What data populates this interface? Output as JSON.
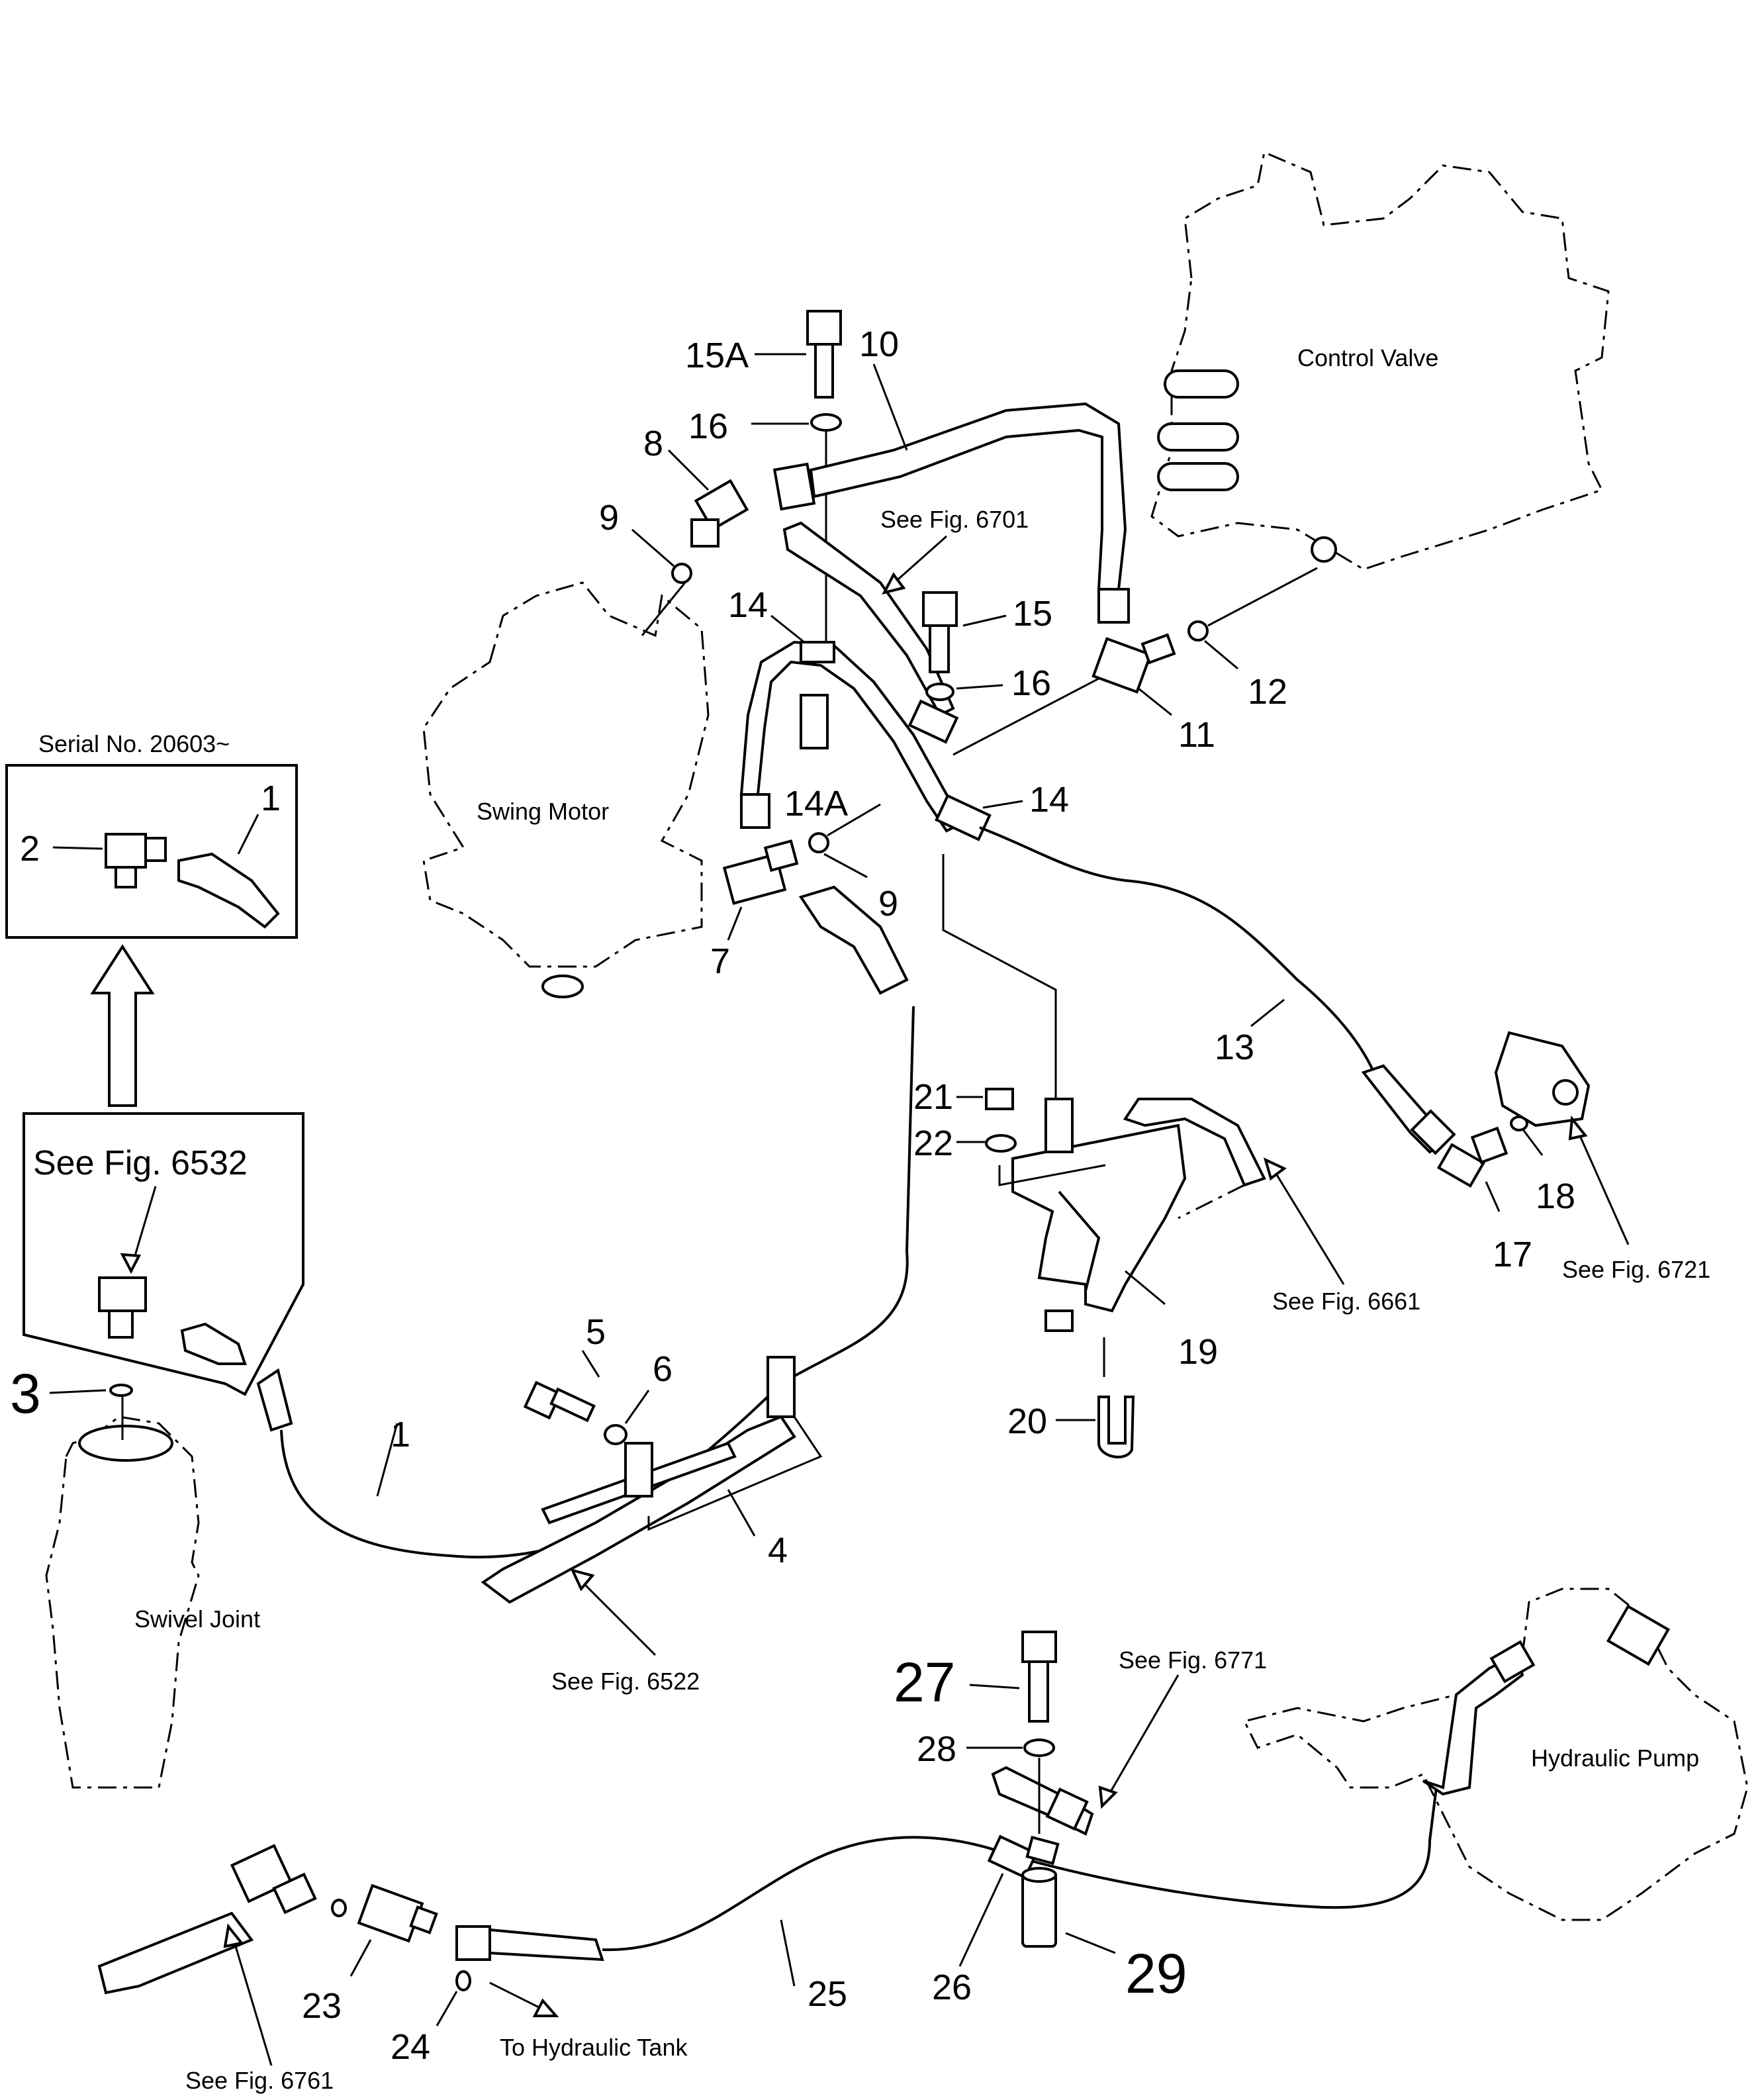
{
  "callouts": {
    "c1_top": "1",
    "c2": "2",
    "c3": "3",
    "c4": "4",
    "c5": "5",
    "c6": "6",
    "c7": "7",
    "c8": "8",
    "c9a": "9",
    "c9b": "9",
    "c10": "10",
    "c11": "11",
    "c12": "12",
    "c13": "13",
    "c14a": "14",
    "c14b": "14",
    "c14A": "14A",
    "c15": "15",
    "c15A": "15A",
    "c16a": "16",
    "c16b": "16",
    "c17": "17",
    "c18": "18",
    "c19": "19",
    "c20": "20",
    "c21": "21",
    "c22": "22",
    "c23": "23",
    "c24": "24",
    "c25": "25",
    "c26": "26",
    "c27": "27",
    "c28": "28",
    "c29": "29",
    "c1_main": "1"
  },
  "components": {
    "control_valve": "Control  Valve",
    "swing_motor": "Swing Motor",
    "swivel_joint": "Swivel  Joint",
    "hydraulic_pump": "Hydraulic  Pump"
  },
  "references": {
    "fig6701": "See  Fig.  6701",
    "fig6532": "See  Fig.  6532",
    "fig6522": "See  Fig.  6522",
    "fig6661": "See  Fig.  6661",
    "fig6721": "See  Fig.  6721",
    "fig6771": "See  Fig.  6771",
    "fig6761": "See  Fig.  6761",
    "to_tank": "To  Hydraulic  Tank"
  },
  "serial_note": "Serial  No.  20603~"
}
